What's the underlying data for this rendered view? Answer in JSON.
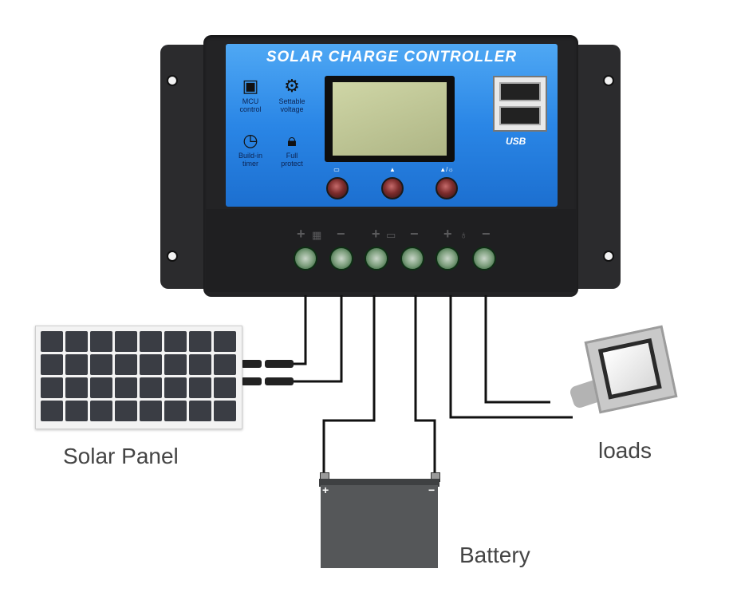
{
  "controller": {
    "title": "SOLAR CHARGE CONTROLLER",
    "features": [
      {
        "icon": "chip-icon",
        "label_1": "MCU",
        "label_2": "control"
      },
      {
        "icon": "gear-icon",
        "label_1": "Settable",
        "label_2": "voltage"
      },
      {
        "icon": "clock-icon",
        "label_1": "Build-in",
        "label_2": "timer"
      },
      {
        "icon": "lock-icon",
        "label_1": "Full",
        "label_2": "protect"
      }
    ],
    "usb_logo": "USB",
    "terminal_polarity": [
      "+",
      "−",
      "+",
      "−",
      "+",
      "−"
    ]
  },
  "battery": {
    "plus": "+",
    "minus": "−"
  },
  "labels": {
    "solar_panel": "Solar Panel",
    "battery": "Battery",
    "loads": "loads"
  },
  "colors": {
    "panel_blue": "#2a86e6",
    "housing": "#232325",
    "terminal_green": "#24572e"
  }
}
